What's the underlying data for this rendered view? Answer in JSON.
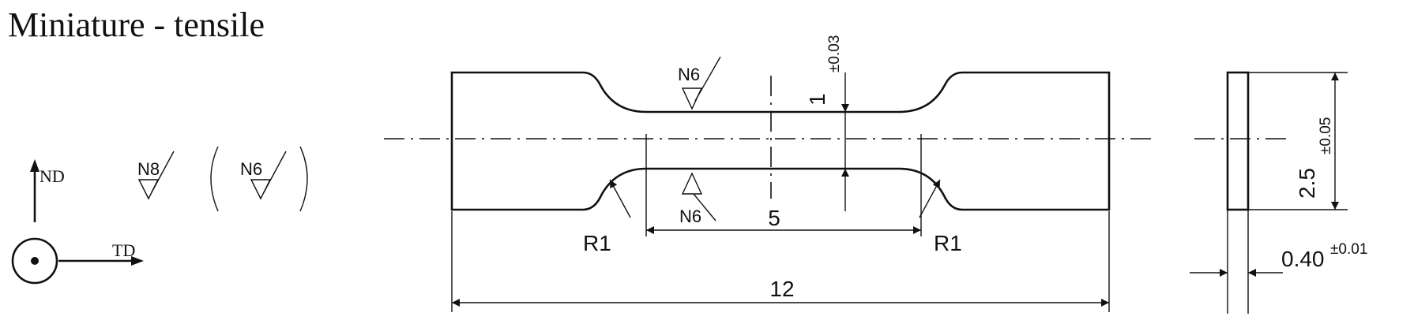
{
  "title": "Miniature - tensile",
  "axes": {
    "vertical_label": "ND",
    "horizontal_label": "TD"
  },
  "surface_finish": {
    "general": "N8",
    "in_brackets": "N6",
    "top_gauge": "N6",
    "bottom_gauge": "N6"
  },
  "dimensions": {
    "gauge_width": "1",
    "gauge_width_tol": "±0.03",
    "gauge_length": "5",
    "overall_length": "12",
    "fillet_left": "R1",
    "fillet_right": "R1",
    "grip_width": "2.5",
    "grip_width_tol": "±0.05",
    "thickness": "0.40",
    "thickness_tol": "±0.01"
  }
}
